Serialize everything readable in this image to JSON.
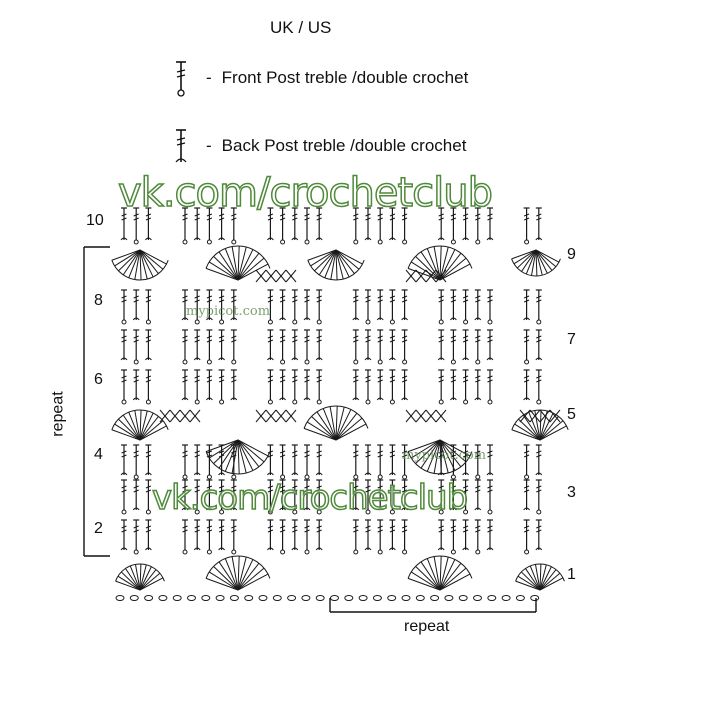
{
  "title": "UK / US",
  "legend": [
    {
      "label": "Front Post treble /double crochet",
      "symbol": "front-post-icon"
    },
    {
      "label": "Back Post treble /double crochet",
      "symbol": "back-post-icon"
    }
  ],
  "row_numbers": {
    "left": [
      "10",
      "8",
      "6",
      "4",
      "2"
    ],
    "right": [
      "9",
      "7",
      "5",
      "3",
      "1"
    ]
  },
  "repeat_vertical": "repeat",
  "repeat_horizontal": "repeat",
  "watermark_main": "vk.com/crochetclub",
  "watermark_small": "mypicot.com",
  "colors": {
    "stitch": "#1a1a1a",
    "watermark": "#4e8a3a"
  }
}
